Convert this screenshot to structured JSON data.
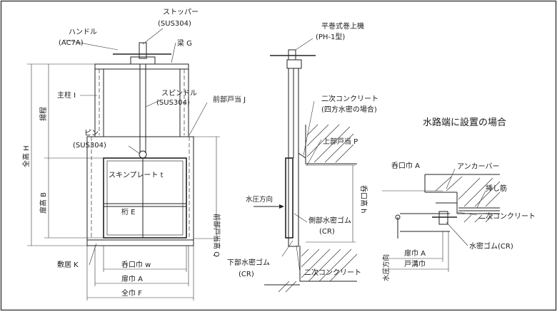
{
  "labels": {
    "stopper": "ストッパー",
    "stopper_material": "(SUS304)",
    "hoist": "平巻式巻上機",
    "hoist_model": "(PH-1型)",
    "handle": "ハンドル",
    "handle_material": "(AC7A)",
    "beam": "梁 G",
    "post": "主柱 I",
    "spindle": "スピンドル",
    "spindle_material": "(SUS304)",
    "front_stop": "前部戸当 J",
    "pin": "ピン",
    "pin_material": "(SUS304)",
    "skin_plate": "スキンプレート t",
    "girder": "桁 E",
    "front_stop_height": "前部戸当高 Q",
    "sill": "敷居 K",
    "opening_width": "呑口巾 w",
    "gate_width": "扉巾 A",
    "total_width": "全巾 F",
    "total_height": "全高 H",
    "lift": "揚程",
    "gate_height": "扉高 B",
    "secondary_concrete_4": "二次コンクリート",
    "four_side": "(四方水密の場合)",
    "upper_stop": "上部戸当 P",
    "water_pressure": "水圧方向",
    "side_rubber": "側部水密ゴム",
    "side_rubber_cr": "(CR)",
    "bottom_rubber": "下部水密ゴム",
    "bottom_rubber_cr": "(CR)",
    "secondary_concrete": "二次コンクリート",
    "opening_height": "呑口高 h",
    "channel_end_title": "水路端に設置の場合",
    "opening_width_a": "呑口巾 A",
    "anchor_bar": "アンカーバー",
    "insert_rebar": "挿し筋",
    "secondary_concrete_b": "二次コンクリート",
    "water_rubber": "水密ゴム(CR)",
    "gate_width_a": "扉巾 A",
    "channel_width": "戸溝巾",
    "water_pressure_b": "水圧方向"
  }
}
